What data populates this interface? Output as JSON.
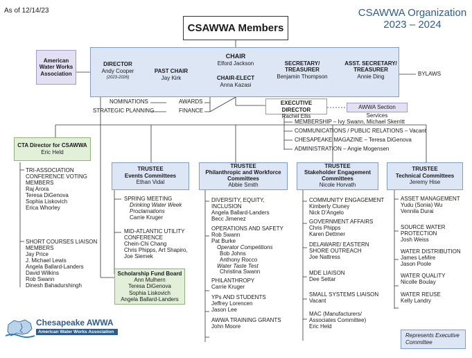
{
  "as_of": "As of 12/14/23",
  "header": {
    "org_title": "CSAWWA Organization",
    "years": "2023 – 2024"
  },
  "main_title": "CSAWWA Members",
  "awwa_box": "American Water Works Association",
  "director": {
    "title": "DIRECTOR",
    "name": "Andy Cooper",
    "term": "(2023-2026)"
  },
  "past_chair": {
    "title": "PAST CHAIR",
    "name": "Jay Kirk"
  },
  "chair": {
    "title": "CHAIR",
    "name": "Elford Jackson"
  },
  "chair_elect": {
    "title": "CHAIR-ELECT",
    "name": "Anna Kazasi"
  },
  "secretary": {
    "title1": "SECRETARY/",
    "title2": "TREASURER",
    "name": "Benjamin Thompson"
  },
  "asst_secretary": {
    "title1": "ASST. SECRETARY/",
    "title2": "TREASURER",
    "name": "Annie Ding"
  },
  "bylaws": "BYLAWS",
  "nominations": "NOMINATIONS",
  "strategic_planning": "STRATEGIC PLANNING",
  "awards": "AWARDS",
  "finance": "FINANCE",
  "executive_director": {
    "title": "EXECUTIVE DIRECTOR",
    "name": "Rachel Ellis"
  },
  "awwa_section_services": "AWWA Section Services",
  "ed_items": [
    "MEMBERSHIP – Ivy Swann, Michael Skerritt",
    "COMMUNICATIONS / PUBLIC RELATIONS – Vacant",
    "CHESAPEAKE MAGAZINE – Teresa DiGenova",
    "ADMINISTRATION – Angie Mogensen"
  ],
  "cta": {
    "title": "CTA Director for CSAWWA",
    "name": "Eric Held"
  },
  "tri_association": {
    "heading": [
      "TRI-ASSOCIATION",
      "CONFERENCE VOTING",
      "MEMBERS"
    ],
    "members": [
      "Raj Arora",
      "Teresa DiGenova",
      "Sophia Liskovich",
      "Erica Whorley"
    ]
  },
  "short_courses": {
    "heading": [
      "SHORT COURSES LIAISON",
      "MEMBERS"
    ],
    "members": [
      "Jay Price",
      "J. Michael Lewis",
      "Angela Ballard-Landers",
      "David Wilkins",
      "Rob Swann",
      "Dinesh Bahadurshingh"
    ]
  },
  "trustees": [
    {
      "title": "TRUSTEE",
      "committee": "Events Committees",
      "name": "Ethan Vidal"
    },
    {
      "title": "TRUSTEE",
      "committee": "Philanthropic and Workforce Committees",
      "name": "Abbie Smith"
    },
    {
      "title": "TRUSTEE",
      "committee": "Stakeholder Engagement Committees",
      "name": "Nicole Horvath"
    },
    {
      "title": "TRUSTEE",
      "committee": "Technical Committees",
      "name": "Jeremy Hise"
    }
  ],
  "events": {
    "spring_heading": "SPRING MEETING",
    "spring_sub": [
      "Drinking Water Week",
      "Proclamations"
    ],
    "spring_name": "Carrie Kruger",
    "midatlantic_heading": [
      "MID-ATLANTIC UTILITY",
      "CONFERENCE"
    ],
    "midatlantic_names": [
      "Chein-Chi Chang",
      "Chris Phipps, Art Shapiro,",
      "Joe Siemek"
    ]
  },
  "scholarship": {
    "title": "Scholarship Fund Board",
    "names": [
      "Ann Mulhern",
      "Teresa DiGenova",
      "Sophia Liskovich",
      "Angela Ballard-Landers"
    ]
  },
  "philanthropic": {
    "dei_heading": [
      "DIVERSITY, EQUITY,",
      "INCLUSION"
    ],
    "dei_names": [
      "Angela Ballard-Landers",
      "Becc Jimenez"
    ],
    "ops_heading": "OPERATIONS AND SAFETY",
    "ops_names": [
      "Rob Swann",
      "Pat Burke"
    ],
    "op_comp": "Operator Competitions",
    "op_comp_names": [
      "Bob Johns",
      "Anthony Rocco"
    ],
    "water_taste": "Water Taste Test",
    "water_taste_name": "Christina Swann",
    "philanthropy_heading": "PHILANTHROPY",
    "philanthropy_name": "Carrie Kruger",
    "yps_heading": "YPs AND STUDENTS",
    "yps_names": [
      "Jeffrey Lorencen",
      "Jason Lee"
    ],
    "grants_heading": "AWWA TRAINING GRANTS",
    "grants_name": "John Moore"
  },
  "stakeholder": {
    "comm_heading": "COMMUNITY ENGAGEMENT",
    "comm_names": [
      "Kimberly Cluney",
      "Nick D'Angelo"
    ],
    "gov_heading": "GOVERNMENT AFFAIRS",
    "gov_names": [
      "Chris Phipps",
      "Karen Dettmer"
    ],
    "de_heading": [
      "DELAWARE/ EASTERN",
      "SHORE OUTREACH"
    ],
    "de_name": "Joe Nattress",
    "mde_heading": "MDE LIAISON",
    "mde_name": "Dee Settar",
    "small_heading": "SMALL SYSTEMS LIAISON",
    "small_name": "Vacant",
    "mac_heading": [
      "MAC (Manufacturers/",
      "Associates Committee)"
    ],
    "mac_name": "Eric Held"
  },
  "technical": {
    "asset_heading": "ASSET MANAGEMENT",
    "asset_names": [
      "Yudu (Sonia) Wu",
      "Vennila Durai"
    ],
    "source_heading": [
      "SOURCE WATER",
      "PROTECTION"
    ],
    "source_name": "Josh Weiss",
    "dist_heading": "WATER DISTRIBUTION",
    "dist_names": [
      "James LeMire",
      "Jason Poole"
    ],
    "quality_heading": "WATER QUALITY",
    "quality_name": "Nicolle Boulay",
    "reuse_heading": "WATER REUSE",
    "reuse_name": "Kelly Landry"
  },
  "legend": {
    "text": [
      "Represents Executive",
      "Committee"
    ]
  },
  "logo": {
    "brand": "Chesapeake AWWA",
    "sub": "American Water Works Association"
  },
  "colors": {
    "title_blue": "#2e5d8c",
    "exec_blue": "#dce6f4",
    "trustee_blue": "#dce6f4",
    "green": "#e2efd9",
    "lavender": "#e3e0f3"
  }
}
